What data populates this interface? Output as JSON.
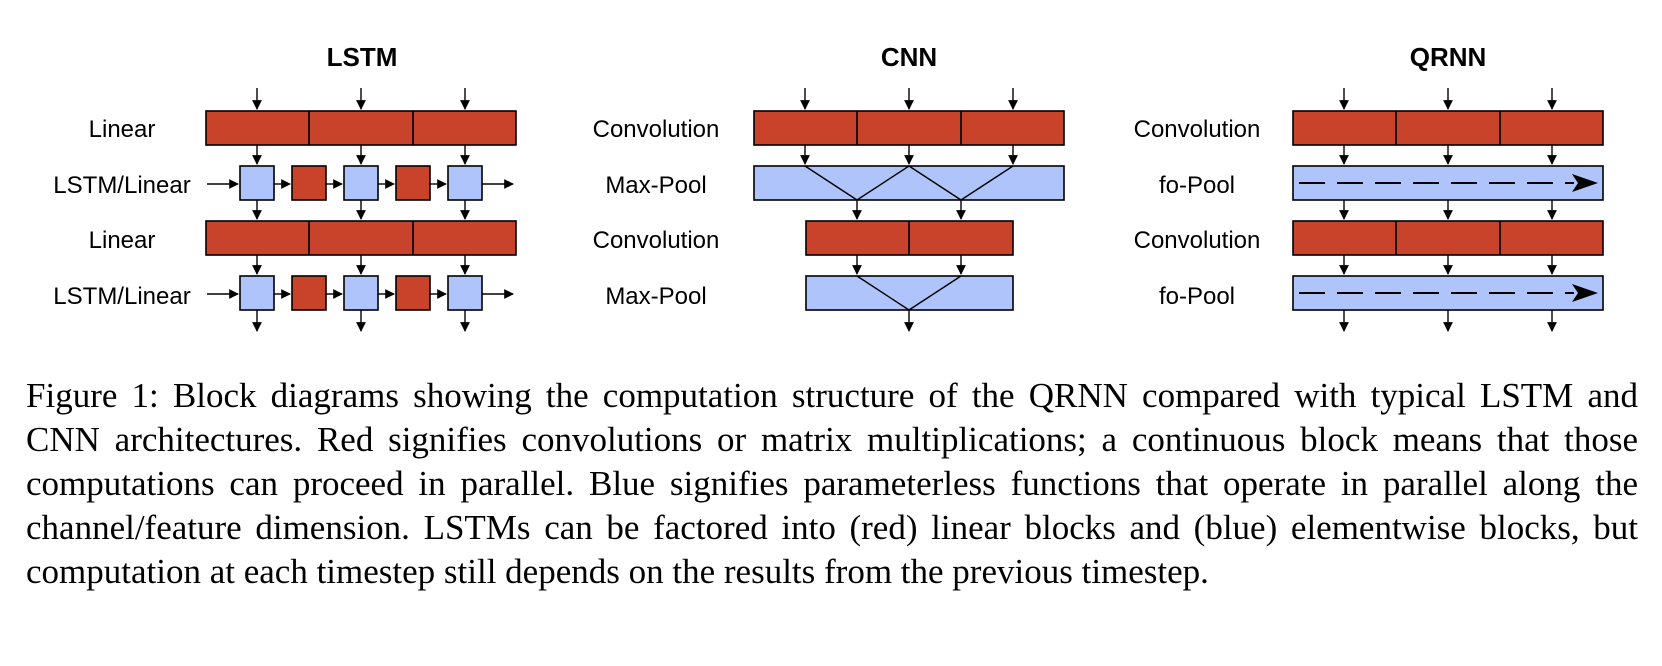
{
  "diagrams": {
    "lstm": {
      "title": "LSTM",
      "rows": [
        "Linear",
        "LSTM/Linear",
        "Linear",
        "LSTM/Linear"
      ]
    },
    "cnn": {
      "title": "CNN",
      "rows": [
        "Convolution",
        "Max-Pool",
        "Convolution",
        "Max-Pool"
      ]
    },
    "qrnn": {
      "title": "QRNN",
      "rows": [
        "Convolution",
        "fo-Pool",
        "Convolution",
        "fo-Pool"
      ]
    }
  },
  "colors": {
    "red_block": "#c8432a",
    "blue_block": "#aec4fb"
  },
  "caption": "Figure 1: Block diagrams showing the computation structure of the QRNN compared with typical LSTM and CNN architectures. Red signifies convolutions or matrix multiplications; a continuous block means that those computations can proceed in parallel. Blue signifies parameterless functions that operate in parallel along the channel/feature dimension. LSTMs can be factored into (red) linear blocks and (blue) elementwise blocks, but computation at each timestep still depends on the results from the previous timestep."
}
